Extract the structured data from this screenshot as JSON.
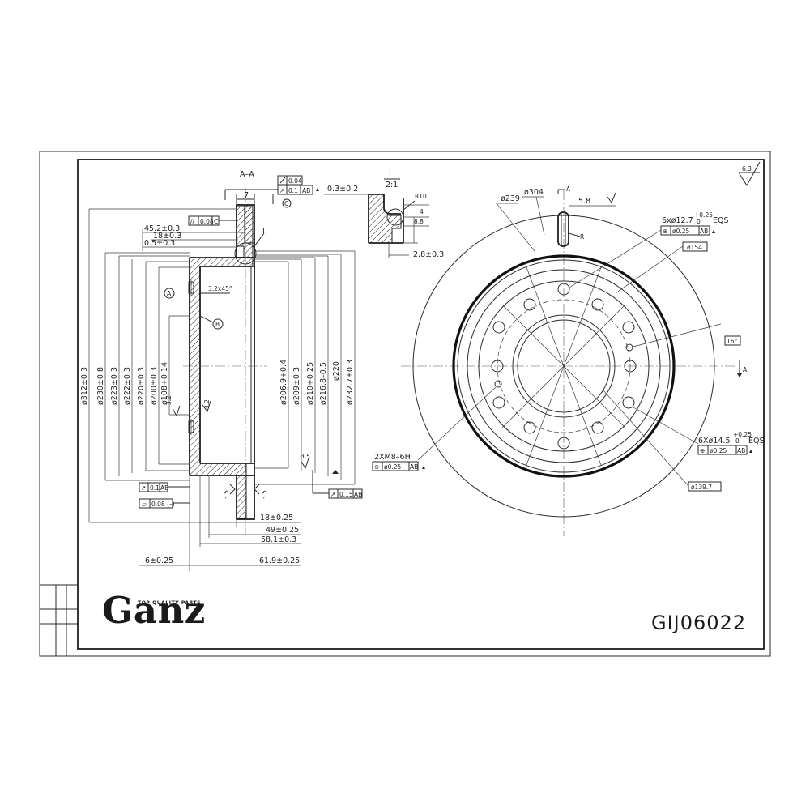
{
  "brand": {
    "name": "Ganz",
    "tagline": "TOP QUALITY PARTS"
  },
  "part_number": "GIJ06022",
  "roughness": "6.3",
  "section": {
    "title": "A–A",
    "flatness": "0.04",
    "runout_top": "0.1",
    "runout_top_ref": "AB",
    "datum_c": "C",
    "width_7": "7",
    "parallel": "0.08",
    "parallel_ref": "C",
    "detail_marker": "I",
    "datum_a": "A",
    "datum_b": "B",
    "chamfer": "3.2x45°",
    "surface_left": "3.2",
    "surface_left2": "3.2",
    "runout_bottom": "0.1",
    "runout_bottom_ref": "AB",
    "flatness_bottom": "0.08 (–)",
    "runout_right": "0.15",
    "runout_right_ref": "AB",
    "small_35_a": "3.5",
    "small_35_b": "3.5",
    "small_35_c": "3.5",
    "horizontal_dims": [
      "45.2±0.3",
      "18±0.3",
      "0.5±0.3"
    ],
    "bottom_dims": [
      "18±0.25",
      "49±0.25",
      "58.1±0.3",
      "6±0.25",
      "61.9±0.25"
    ],
    "left_diameters": [
      "ø312±0.3",
      "ø230±0.8",
      "ø223±0.3",
      "ø222±0.3",
      "ø220±0.3",
      "ø200±0.3",
      "ø108+0.14"
    ],
    "right_diameters": [
      "ø206.9+0.4",
      "ø209±0.3",
      "ø210+0.25",
      "ø216.8–0.5",
      "ø220",
      "ø232.7±0.3"
    ]
  },
  "detail": {
    "label": "I",
    "scale": "2:1",
    "r10": "R10",
    "dim_4": "4",
    "dim_88": "8.8",
    "dim_03": "0.3±0.2",
    "dim_28": "2.8±0.3"
  },
  "front": {
    "d239": "ø239",
    "d304": "ø304",
    "section_a": "A",
    "section_a2": "A",
    "dim_58": "5.8",
    "r_label": "R",
    "holes_6x127": "6xø12.7",
    "holes_6x127_tol": "+0.25",
    "holes_6x127_tol2": "0",
    "eqs": "EQS",
    "pos_tol": "ø0.25",
    "pos_ref": "AB",
    "d154": "ø154",
    "angle": "16°",
    "holes_6x145": "6Xø14.5",
    "holes_6x145_tol": "+0.25",
    "holes_6x145_tol2": "0",
    "eqs2": "EQS",
    "pos_tol2": "ø0.25",
    "pos_ref2": "AB",
    "thread": "2XM8–6H",
    "thread_pos": "ø0.25",
    "thread_ref": "AB",
    "pcd": "ø139.7"
  }
}
